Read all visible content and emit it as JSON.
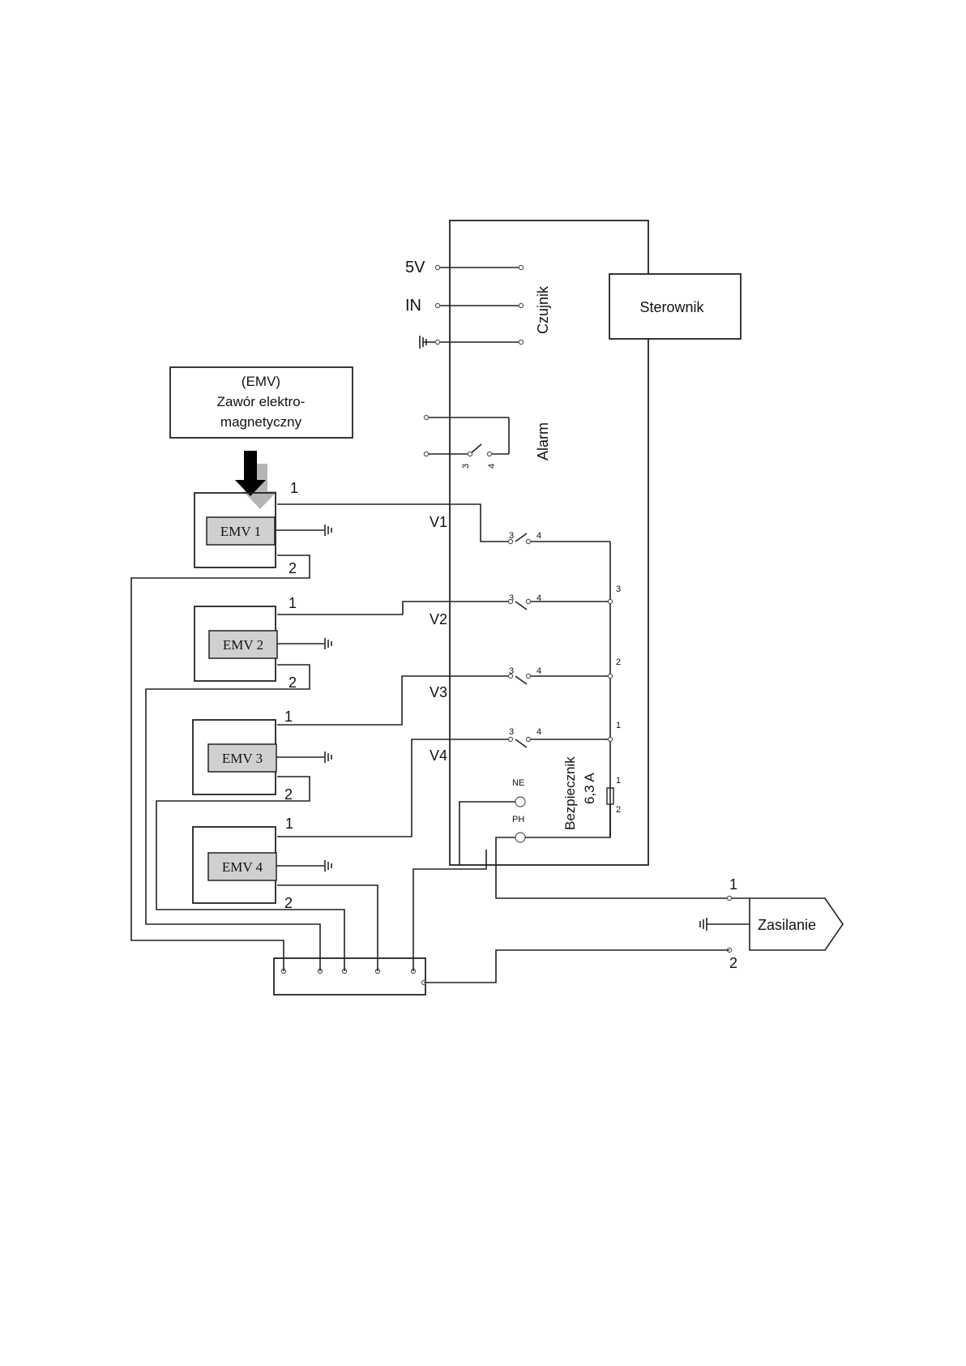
{
  "controller": {
    "label": "Sterownik"
  },
  "valve_callout": {
    "line1": "(EMV)",
    "line2": "Zawór elektro-",
    "line3": "magnetyczny"
  },
  "sensor": {
    "label": "Czujnik",
    "pin_5v": "5V",
    "pin_in": "IN"
  },
  "alarm": {
    "label": "Alarm",
    "pin_a": "3",
    "pin_b": "4"
  },
  "valves": [
    {
      "name": "EMV 1",
      "pin1": "1",
      "pin2": "2"
    },
    {
      "name": "EMV 2",
      "pin1": "1",
      "pin2": "2"
    },
    {
      "name": "EMV 3",
      "pin1": "1",
      "pin2": "2"
    },
    {
      "name": "EMV 4",
      "pin1": "1",
      "pin2": "2"
    }
  ],
  "relays": [
    {
      "name": "V1",
      "pin_a": "3",
      "pin_b": "4"
    },
    {
      "name": "V2",
      "pin_a": "3",
      "pin_b": "4"
    },
    {
      "name": "V3",
      "pin_a": "3",
      "pin_b": "4"
    },
    {
      "name": "V4",
      "pin_a": "3",
      "pin_b": "4"
    }
  ],
  "bus_pins": {
    "p3": "3",
    "p2": "2",
    "p1": "1"
  },
  "power_in": {
    "ne": "NE",
    "ph": "PH"
  },
  "fuse": {
    "label": "Bezpiecznik",
    "rating": "6,3 A",
    "pin1": "1",
    "pin2": "2"
  },
  "supply": {
    "label": "Zasilanie",
    "pin1": "1",
    "pin2": "2"
  }
}
